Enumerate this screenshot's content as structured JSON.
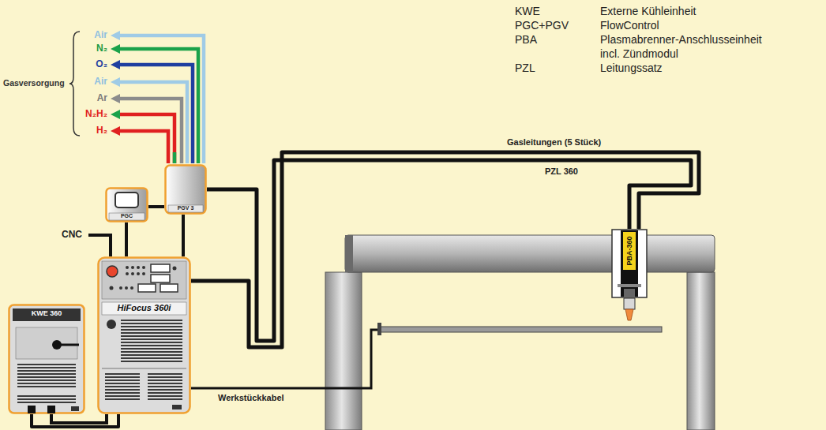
{
  "diagram": {
    "nodes": [
      {
        "text": [
          "PGV 3"
        ]
      },
      {
        "text": [
          "PGC"
        ]
      },
      {
        "text": [
          "HiFocus 360i"
        ]
      },
      {
        "text": [
          "KWE 360"
        ]
      },
      {
        "text": [
          "PBA-360"
        ]
      }
    ],
    "edges": [
      {
        "from": 1,
        "to": 0,
        "arrow": "none"
      },
      {
        "from": 1,
        "to": 2,
        "arrow": "none"
      },
      {
        "from": 0,
        "to": 2,
        "arrow": "none"
      },
      {
        "from": 3,
        "to": 2,
        "arrow": "none"
      },
      {
        "from": 2,
        "to": 4,
        "label": "PZL 360",
        "arrow": "none"
      },
      {
        "from": 0,
        "to": 4,
        "label": "Gasleitungen (5 Stück)",
        "arrow": "none"
      }
    ],
    "labels": [
      "Gasversorgung",
      "Air",
      "N₂",
      "O₂",
      "Air",
      "Ar",
      "N₂H₂",
      "H₂",
      "CNC",
      "Werkstückkabel",
      "KWE",
      "Externe Kühleinheit",
      "PGC+PGV",
      "FlowControl",
      "PBA",
      "Plasmabrenner-Anschlusseinheit incl. Zündmodul",
      "PZL",
      "Leitungssatz"
    ]
  }
}
